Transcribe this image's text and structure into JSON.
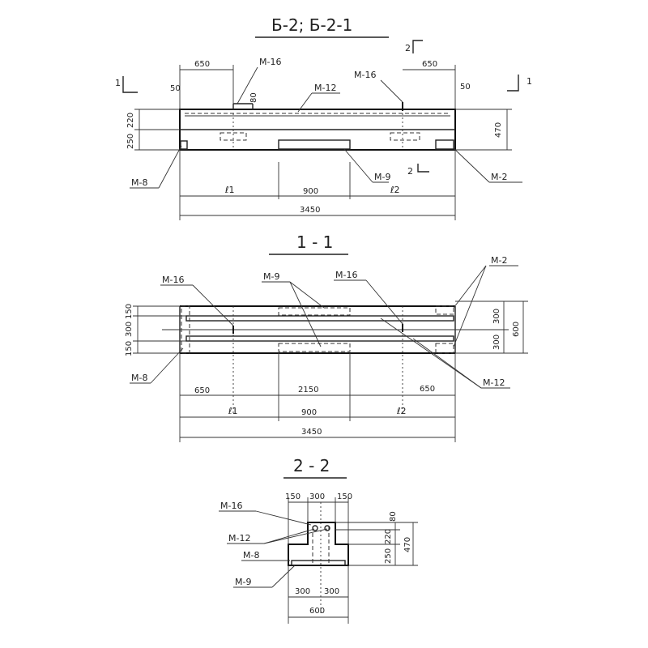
{
  "titles": {
    "plan": "Б-2; Б-2-1",
    "section_1": "1 - 1",
    "section_2": "2 - 2"
  },
  "cut_marks": {
    "one": "1",
    "two": "2"
  },
  "elevation": {
    "labels": {
      "m16_left": "М-16",
      "m16_right": "М-16",
      "m12": "М-12",
      "m8": "М-8",
      "m9": "М-9",
      "m2": "М-2"
    },
    "dims": {
      "left_650": "650",
      "right_650": "650",
      "d50_left": "50",
      "d50_right": "50",
      "d80": "80",
      "h220": "220",
      "h250": "250",
      "h470": "470",
      "l1": "ℓ1",
      "d900": "900",
      "l2": "ℓ2",
      "total": "3450"
    }
  },
  "section11": {
    "labels": {
      "m16_left": "М-16",
      "m9": "М-9",
      "m16_right": "М-16",
      "m2": "М-2",
      "m8": "М-8",
      "m12": "М-12"
    },
    "dims": {
      "h150_top": "150",
      "h300": "300",
      "h150_bot": "150",
      "r300_top": "300",
      "r300_bot": "300",
      "h600": "600",
      "left_650": "650",
      "mid_2150": "2150",
      "right_650": "650",
      "l1": "ℓ1",
      "d900": "900",
      "l2": "ℓ2",
      "total": "3450"
    }
  },
  "section22": {
    "labels": {
      "m16": "М-16",
      "m12": "М-12",
      "m8": "М-8",
      "m9": "М-9"
    },
    "dims": {
      "w150_left": "150",
      "w300": "300",
      "w150_right": "150",
      "h80": "80",
      "h220": "220",
      "h250": "250",
      "h470": "470",
      "b300_left": "300",
      "b300_right": "300",
      "b600": "600"
    }
  }
}
